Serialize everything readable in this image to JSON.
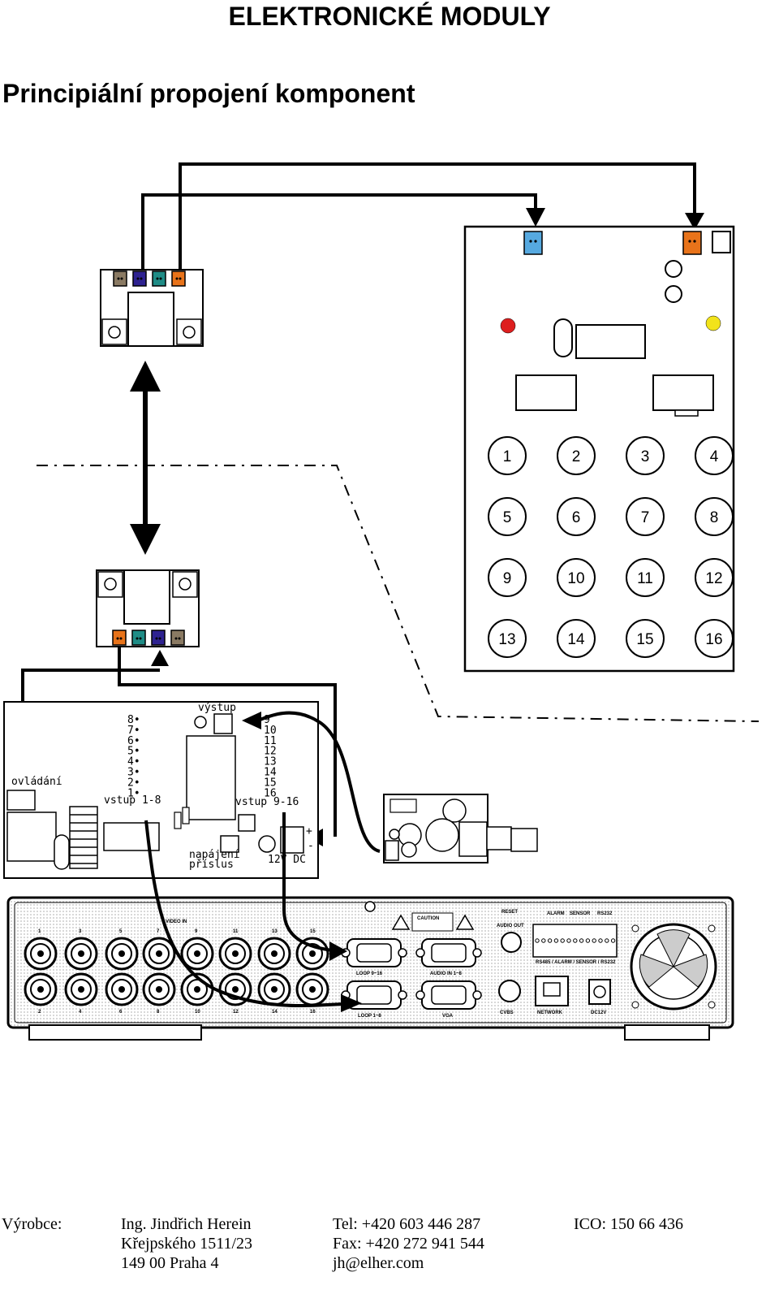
{
  "header": {
    "title": "ELEKTRONICKÉ MODULY",
    "subtitle": "Principiální propojení komponent"
  },
  "keypad": {
    "buttons": [
      "1",
      "2",
      "3",
      "4",
      "5",
      "6",
      "7",
      "8",
      "9",
      "10",
      "11",
      "12",
      "13",
      "14",
      "15",
      "16"
    ]
  },
  "switcher_board": {
    "label_output": "výstup",
    "label_control": "ovládání",
    "label_inputs_low": "vstup 1-8",
    "label_inputs_high": "vstup 9-16",
    "label_accessory_power": "napájení\npříslus",
    "label_power": "12V DC",
    "input_numbers_low": [
      "8",
      "7",
      "6",
      "5",
      "4",
      "3",
      "2",
      "1"
    ],
    "input_numbers_high": [
      "9",
      "10",
      "11",
      "12",
      "13",
      "14",
      "15",
      "16"
    ],
    "polarity_plus": "+",
    "polarity_minus": "-"
  },
  "dvr": {
    "label_video_in": "VIDEO IN",
    "label_caution": "CAUTION",
    "label_reset": "RESET",
    "label_audio_out": "AUDIO OUT",
    "label_alarm": "ALARM",
    "label_sensor": "SENSOR",
    "label_rs232": "RS232",
    "label_rs485": "RS485 / ALARM / SENSOR / RS232",
    "label_loop_9_16": "LOOP 9~16",
    "label_audio_in": "AUDIO IN 1~8",
    "label_loop_1_8": "LOOP 1~8",
    "label_vga": "VGA",
    "label_cvbs": "CVBS",
    "label_network": "NETWORK",
    "label_dc12v": "DC12V",
    "channel_top": [
      "1",
      "3",
      "5",
      "7",
      "9",
      "11",
      "13",
      "15"
    ],
    "channel_bottom": [
      "2",
      "4",
      "6",
      "8",
      "10",
      "12",
      "14",
      "16"
    ]
  },
  "colors": {
    "terminal_brown": "#8a7a63",
    "terminal_violet": "#2e2290",
    "terminal_teal": "#1f8c86",
    "terminal_orange": "#e8731a",
    "terminal_blue": "#56a9e0",
    "led_red": "#dd1f1f",
    "led_yellow": "#f2e31a"
  },
  "footer": {
    "manufacturer_label": "Výrobce:",
    "name": "Ing. Jindřich Herein",
    "street": "Křejpského 1511/23",
    "city": "149 00 Praha 4",
    "tel": "Tel: +420 603 446 287",
    "fax": "Fax: +420 272 941 544",
    "email": "jh@elher.com",
    "ico": "ICO: 150 66 436"
  }
}
